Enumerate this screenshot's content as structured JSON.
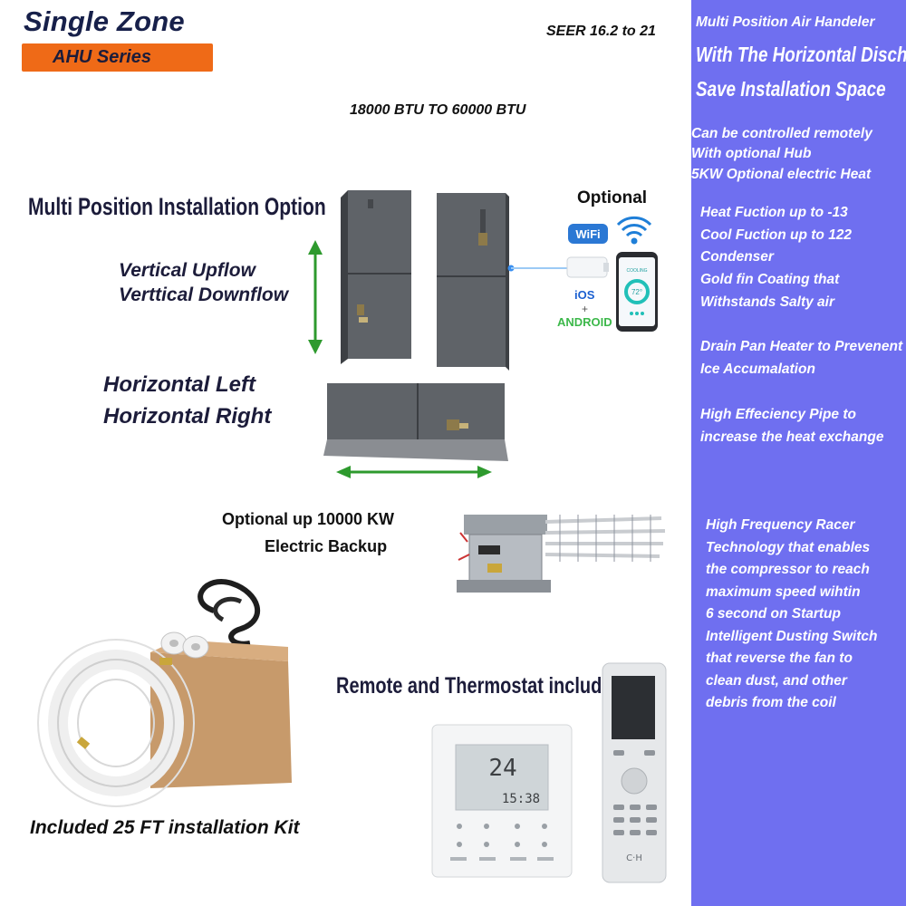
{
  "header": {
    "title": "Single Zone",
    "series_badge": "AHU Series",
    "seer": "SEER 16.2 to 21",
    "btu_range": "18000 BTU TO 60000 BTU"
  },
  "installation": {
    "heading": "Multi Position Installation  Option",
    "vertical_upflow": "Vertical Upflow",
    "vertical_downflow": "Verttical Downflow",
    "horizontal_left": "Horizontal Left",
    "horizontal_right": "Horizontal Right"
  },
  "connectivity": {
    "optional": "Optional",
    "wifi": "WiFi",
    "ios": "iOS",
    "plus": "+",
    "android": "ANDROID",
    "phone_mode": "COOLING",
    "phone_temp": "72°"
  },
  "backup": {
    "line1": "Optional up 10000 KW",
    "line2": "Electric Backup"
  },
  "remote": {
    "heading": "Remote and Thermostat included",
    "thermostat_temp": "24",
    "thermostat_time": "15:38",
    "remote_logo": "C·H"
  },
  "kit": {
    "label": "Included 25 FT installation Kit"
  },
  "sidebar": {
    "lines": [
      {
        "text": "Multi Position Air Handeler",
        "size": "small"
      },
      {
        "text": "With The Horizontal Discharge",
        "size": "big"
      },
      {
        "text": "Save Installation Space",
        "size": "big"
      },
      {
        "text": "Can be controlled remotely",
        "size": "small"
      },
      {
        "text": "With optional Hub",
        "size": "small"
      },
      {
        "text": "5KW Optional electric Heat",
        "size": "small"
      },
      {
        "text": "Heat Fuction up to -13",
        "size": "small"
      },
      {
        "text": "Cool Fuction up to 122",
        "size": "small"
      },
      {
        "text": "Condenser",
        "size": "small"
      },
      {
        "text": "Gold fin Coating  that",
        "size": "small"
      },
      {
        "text": "Withstands Salty air",
        "size": "small"
      },
      {
        "text": "Drain Pan Heater to Prevenent",
        "size": "small"
      },
      {
        "text": "Ice Accumalation",
        "size": "small"
      },
      {
        "text": "High Effeciency Pipe to",
        "size": "small"
      },
      {
        "text": "increase the heat exchange",
        "size": "small"
      },
      {
        "text": "High Frequency Racer",
        "size": "small"
      },
      {
        "text": "Technology that enables",
        "size": "small"
      },
      {
        "text": "the compressor to reach",
        "size": "small"
      },
      {
        "text": "maximum  speed wihtin",
        "size": "small"
      },
      {
        "text": "6 second on Startup",
        "size": "small"
      },
      {
        "text": "Intelligent Dusting Switch",
        "size": "small"
      },
      {
        "text": "that reverse the fan to",
        "size": "small"
      },
      {
        "text": "clean dust, and other",
        "size": "small"
      },
      {
        "text": "debris from the coil",
        "size": "small"
      }
    ]
  },
  "colors": {
    "sidebar_bg": "#6f6ff0",
    "badge_bg": "#ef6a17",
    "arrow_green": "#2e9a2e",
    "unit_gray": "#5f6368"
  }
}
